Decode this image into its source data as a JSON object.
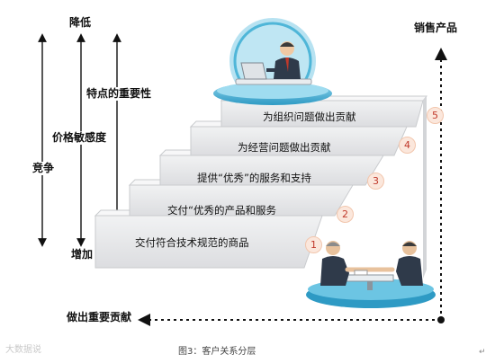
{
  "labels": {
    "reduce": "降低",
    "increase": "增加",
    "features_importance": "特点的重要性",
    "price_sensitivity": "价格敏感度",
    "competition": "竞争",
    "sales_products": "销售产品",
    "contribution": "做出重要贡献"
  },
  "steps": [
    {
      "num": "1",
      "text": "交付符合技术规范的商品"
    },
    {
      "num": "2",
      "text": "交付“优秀的产品和服务"
    },
    {
      "num": "3",
      "text": "提供“优秀”的服务和支持"
    },
    {
      "num": "4",
      "text": "为经营问题做出贡献"
    },
    {
      "num": "5",
      "text": "为组织问题做出贡献"
    }
  ],
  "caption": "图3：客户关系分层",
  "watermark": "大数据说",
  "colors": {
    "stair_face": "#e6e7e9",
    "stair_top": "#f4f5f6",
    "stair_edge": "#c9cbce",
    "number_text": "#c0392b",
    "platform_blue": "#4fb6d8",
    "arrow": "#111111"
  },
  "icons": [
    "businessman-at-laptop-icon",
    "handshake-meeting-icon"
  ]
}
